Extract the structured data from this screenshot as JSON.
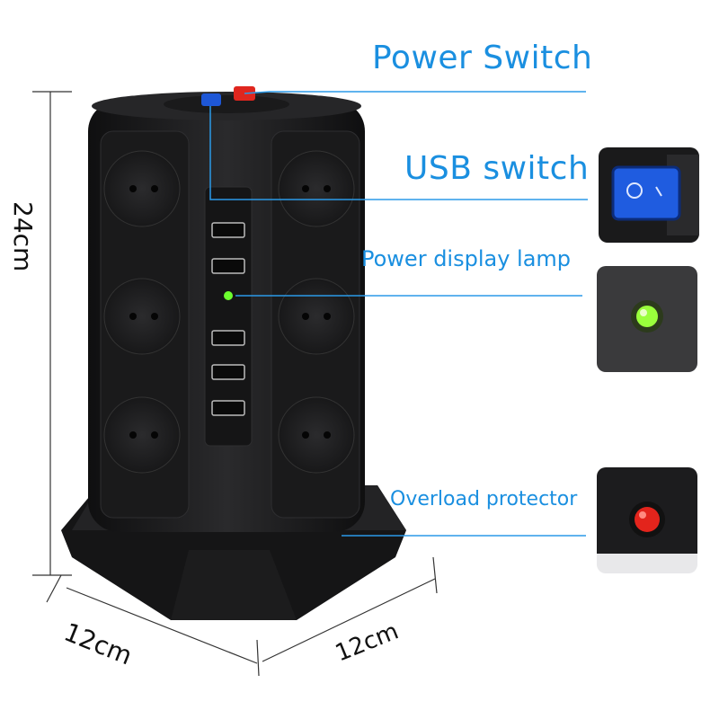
{
  "callouts": {
    "power_switch": "Power Switch",
    "usb_switch": "USB switch",
    "power_display_lamp": "Power display lamp",
    "overload_protector": "Overload protector"
  },
  "dimensions": {
    "height": "24cm",
    "depth_left": "12cm",
    "depth_right": "12cm"
  },
  "device": {
    "socket_count_per_face": 3,
    "usb_port_count": 5,
    "colors": {
      "body": "#1c1c1e",
      "accent_label": "#1a8fe0",
      "lamp": "#7bff3a",
      "power_switch": "#e0261e",
      "usb_switch": "#1e57d6"
    }
  }
}
